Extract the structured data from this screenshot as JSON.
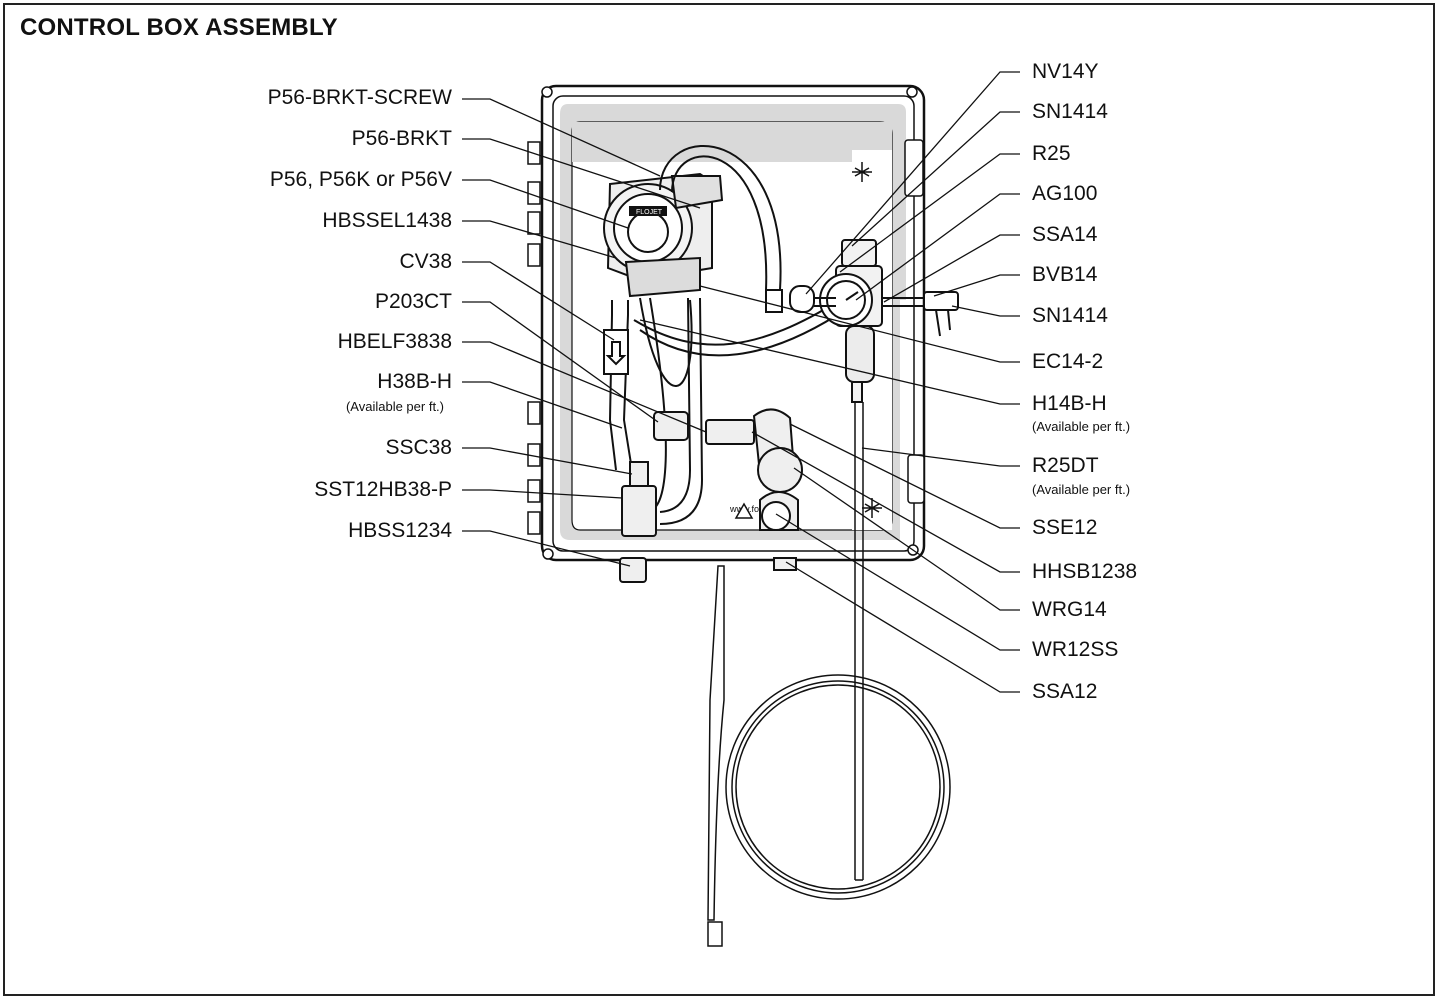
{
  "title": "CONTROL BOX ASSEMBLY",
  "left_labels": [
    {
      "id": "p56-brkt-screw",
      "text": "P56-BRKT-SCREW"
    },
    {
      "id": "p56-brkt",
      "text": "P56-BRKT"
    },
    {
      "id": "p56",
      "text": "P56, P56K or P56V"
    },
    {
      "id": "hbssel1438",
      "text": "HBSSEL1438"
    },
    {
      "id": "cv38",
      "text": "CV38"
    },
    {
      "id": "p203ct",
      "text": "P203CT"
    },
    {
      "id": "hbelf3838",
      "text": "HBELF3838"
    },
    {
      "id": "h38b-h",
      "text": "H38B-H",
      "note": "(Available per ft.)"
    },
    {
      "id": "ssc38",
      "text": "SSC38"
    },
    {
      "id": "sst12hb38-p",
      "text": "SST12HB38-P"
    },
    {
      "id": "hbss1234",
      "text": "HBSS1234"
    }
  ],
  "right_labels": [
    {
      "id": "nv14y",
      "text": "NV14Y"
    },
    {
      "id": "sn1414-top",
      "text": "SN1414"
    },
    {
      "id": "r25",
      "text": "R25"
    },
    {
      "id": "ag100",
      "text": "AG100"
    },
    {
      "id": "ssa14",
      "text": "SSA14"
    },
    {
      "id": "bvb14",
      "text": "BVB14"
    },
    {
      "id": "sn1414-bottom",
      "text": "SN1414"
    },
    {
      "id": "ec14-2",
      "text": "EC14-2"
    },
    {
      "id": "h14b-h",
      "text": "H14B-H",
      "note": "(Available per ft.)"
    },
    {
      "id": "r25dt",
      "text": "R25DT",
      "note": "(Available per ft.)"
    },
    {
      "id": "sse12",
      "text": "SSE12"
    },
    {
      "id": "hhsb1238",
      "text": "HHSB1238"
    },
    {
      "id": "wrg14",
      "text": "WRG14"
    },
    {
      "id": "wr12ss",
      "text": "WR12SS"
    },
    {
      "id": "ssa12",
      "text": "SSA12"
    }
  ],
  "pump_brand": "FLOJET",
  "colors": {
    "line": "#111111",
    "fill": "#e6e6e6",
    "panel": "#d9d9d9"
  }
}
